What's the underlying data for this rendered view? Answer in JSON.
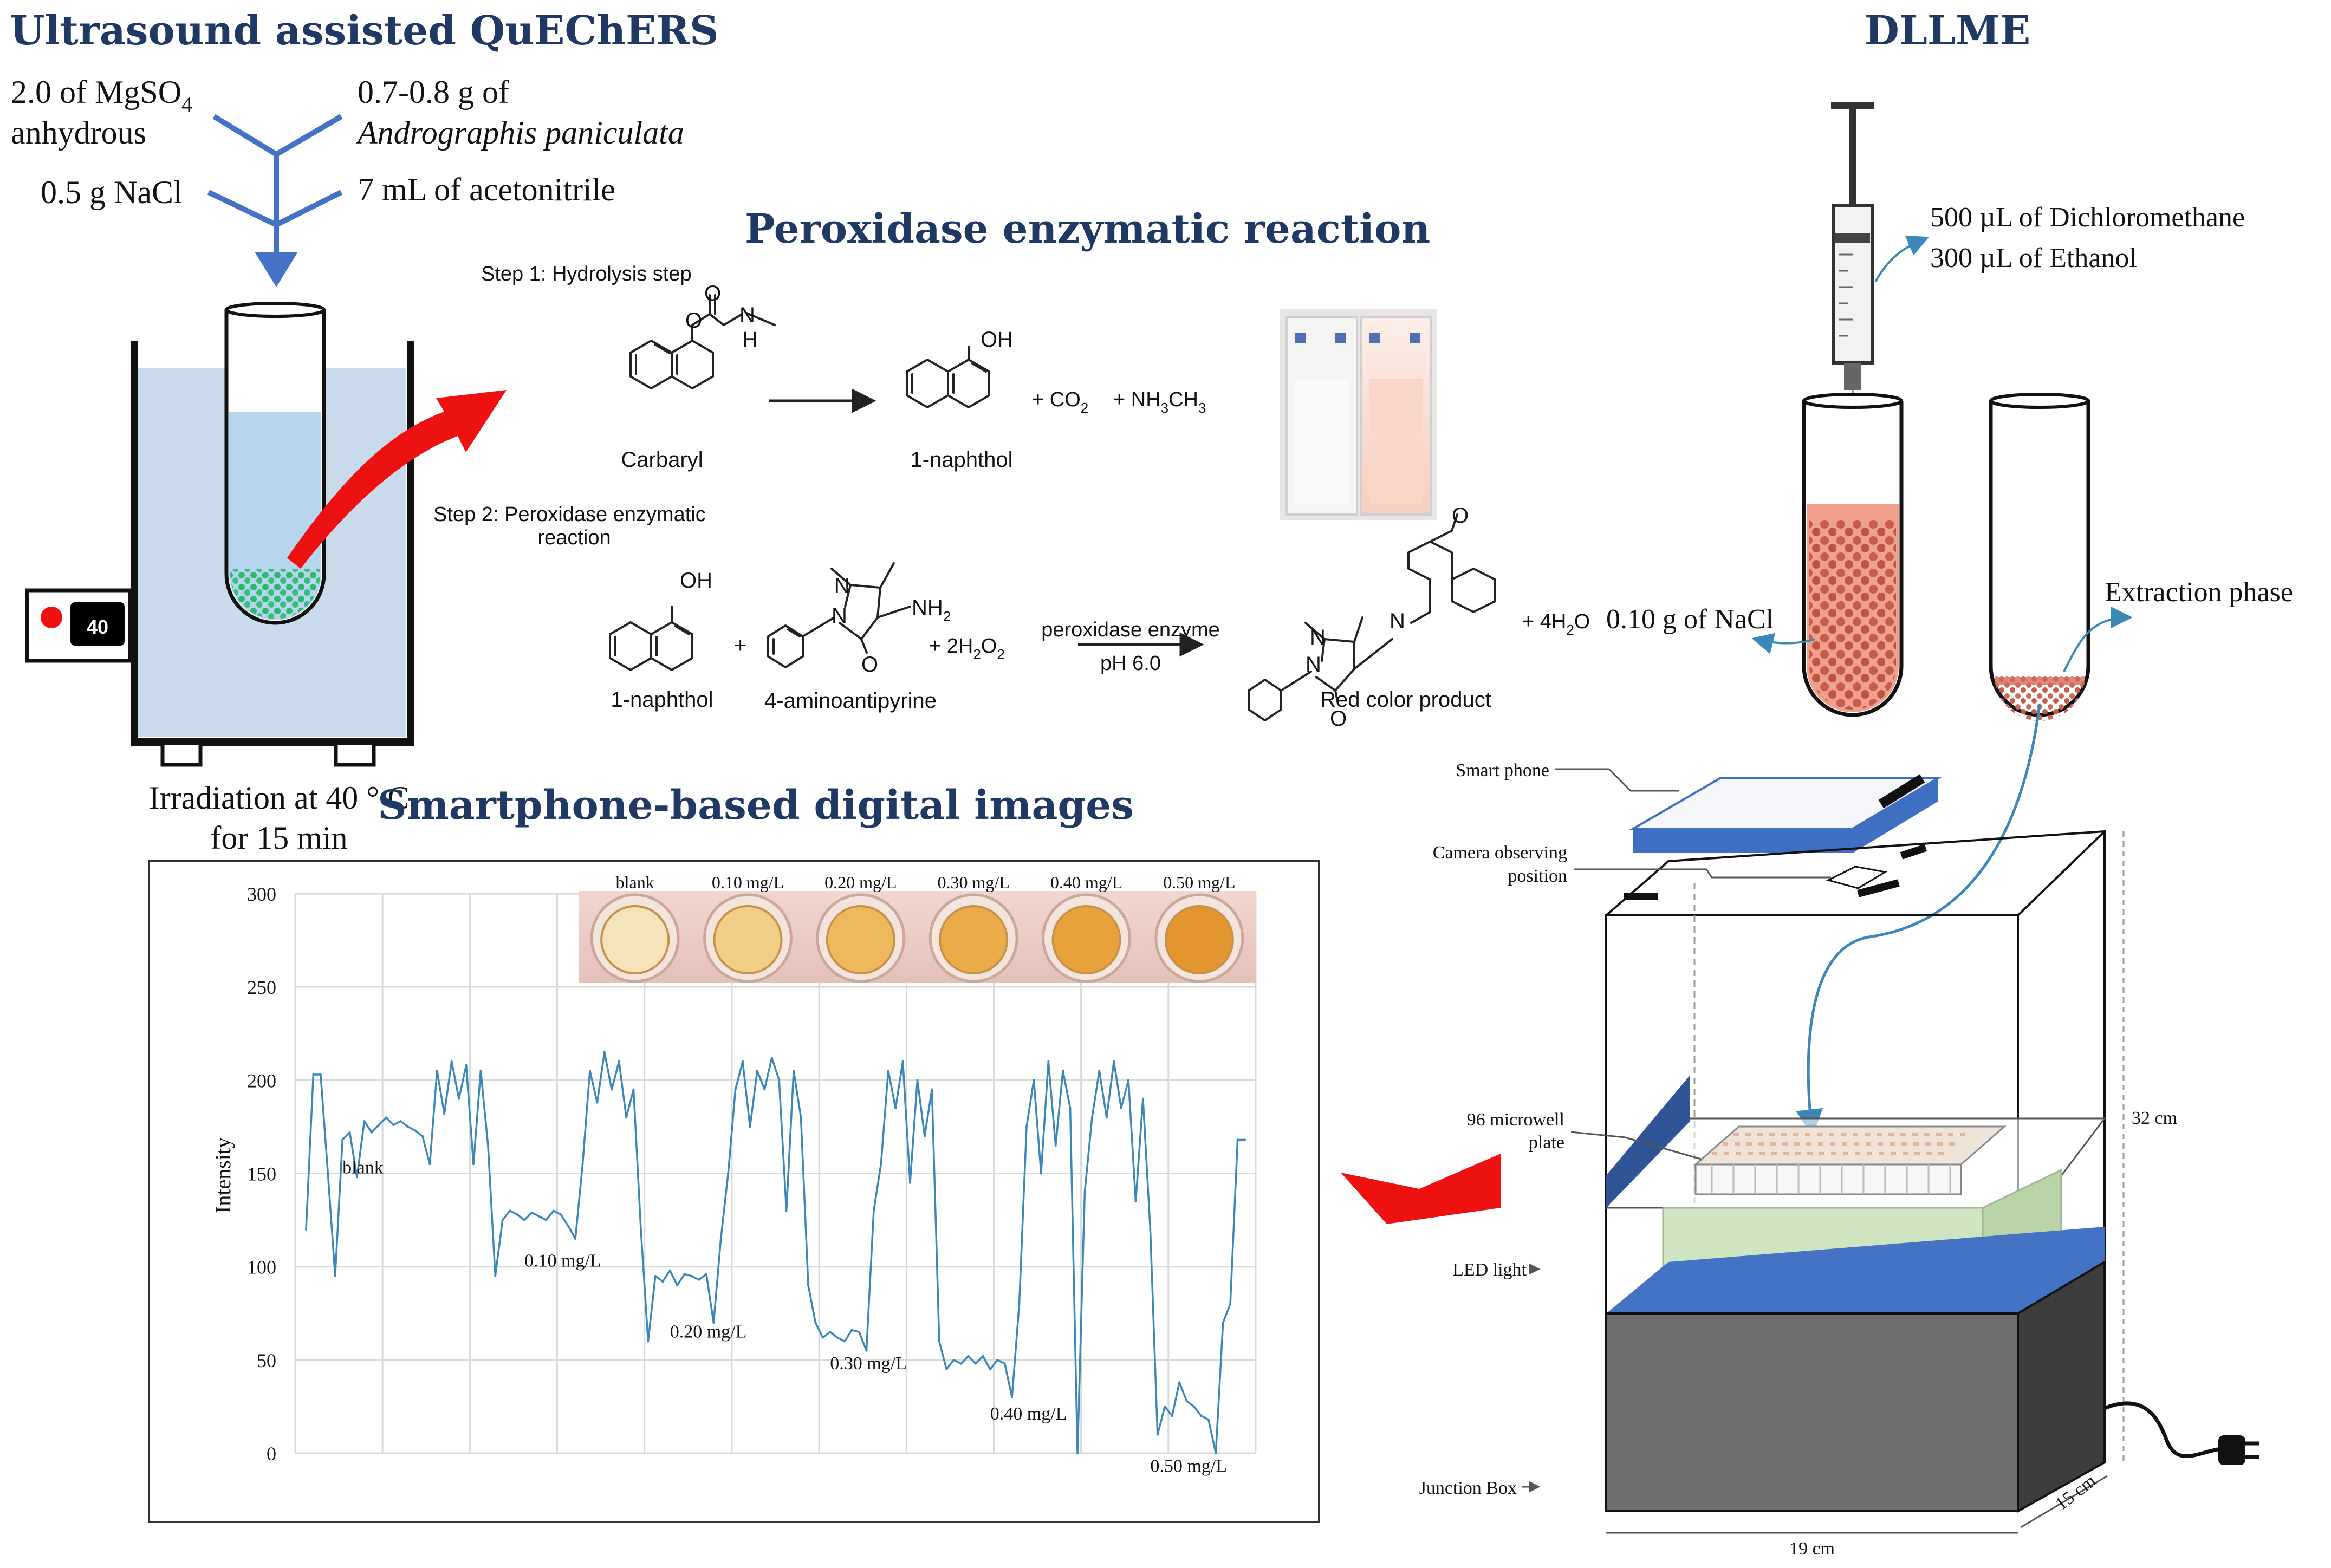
{
  "quechers": {
    "title": "Ultrasound assisted QuEChERS",
    "mgso4_line1": "2.0 of MgSO",
    "mgso4_sub": "4",
    "mgso4_line2": "anhydrous",
    "sample_line1": "0.7-0.8 g of",
    "sample_line2": "Andrographis paniculata",
    "nacl": "0.5 g NaCl",
    "acetonitrile": "7 mL of acetonitrile",
    "bath_display": "40",
    "irradiation_line1": "Irradiation at 40 ° C",
    "irradiation_line2": "for 15 min"
  },
  "reaction": {
    "title": "Peroxidase enzymatic reaction",
    "step1": "Step 1: Hydrolysis step",
    "step2_line1": "Step 2: Peroxidase enzymatic",
    "step2_line2": "reaction",
    "carbaryl": "Carbaryl",
    "naphthol": "1-naphthol",
    "naphthol2": "1-naphthol",
    "aminoantipyrine": "4-aminoantipyrine",
    "products_co2": "+ CO",
    "co2_sub": "2",
    "products_nh": "+ NH",
    "nh_sub": "3",
    "nh_ch": "CH",
    "ch_sub": "3",
    "h2o2_plus": "+ 2H",
    "h2o2_sub1": "2",
    "h2o2_o": "O",
    "h2o2_sub2": "2",
    "enzyme": "peroxidase enzyme",
    "ph": "pH 6.0",
    "red_product": "Red color product",
    "water_plus": "+ 4H",
    "water_sub": "2",
    "water_o": "O",
    "plus": "+",
    "atom_o": "O",
    "atom_n": "N",
    "atom_h": "H",
    "atom_oh": "OH",
    "atom_nh2": "NH",
    "nh2_sub": "2"
  },
  "dllme": {
    "title": "DLLME",
    "solvent1": "500 µL of Dichloromethane",
    "solvent2": "300 µL of Ethanol",
    "nacl": "0.10 g of NaCl",
    "extraction_phase": "Extraction phase"
  },
  "device": {
    "smart_phone": "Smart phone",
    "camera_line1": "Camera observing",
    "camera_line2": "position",
    "plate_line1": "96 microwell",
    "plate_line2": "plate",
    "led": "LED light",
    "junction_box": "Junction Box",
    "height": "32 cm",
    "depth": "15 cm",
    "width": "19 cm"
  },
  "colors": {
    "title": "#1f3864",
    "arrow_red": "#ee1111",
    "bath_water": "#c9dbea",
    "beads_green": "#2eb872",
    "sample_red": "#f0a08c",
    "line": "#3a87b8",
    "phone_blue": "#3e6fc2",
    "led_green": "#cfe5c2",
    "box_grey": "#6e6e6e",
    "wells": [
      "#f4e4bc",
      "#f1cf86",
      "#eeb95c",
      "#ebab4a",
      "#e8a23c",
      "#e39630"
    ]
  },
  "chart_title": "Smartphone-based digital images",
  "chart_data": {
    "type": "line",
    "ylabel": "Intensity",
    "xlabel": "",
    "ylim": [
      0,
      300
    ],
    "yticks": [
      0,
      50,
      100,
      150,
      200,
      250,
      300
    ],
    "grid": true,
    "image_labels": [
      "blank",
      "0.10 mg/L",
      "0.20 mg/L",
      "0.30 mg/L",
      "0.40 mg/L",
      "0.50 mg/L"
    ],
    "annotations": [
      "blank",
      "0.10 mg/L",
      "0.20 mg/L",
      "0.30 mg/L",
      "0.40 mg/L",
      "0.50 mg/L"
    ],
    "series": [
      {
        "values": [
          120,
          203,
          203,
          150,
          95,
          168,
          172,
          148,
          178,
          172,
          176,
          180,
          176,
          178,
          175,
          173,
          170,
          155,
          205,
          182,
          210,
          190,
          208,
          155,
          205,
          165,
          95,
          125,
          130,
          128,
          125,
          129,
          127,
          125,
          130,
          128,
          122,
          115,
          155,
          205,
          188,
          215,
          195,
          210,
          180,
          195,
          120,
          60,
          95,
          92,
          98,
          90,
          96,
          95,
          93,
          96,
          70,
          115,
          150,
          195,
          210,
          175,
          205,
          195,
          212,
          200,
          130,
          205,
          180,
          90,
          70,
          62,
          65,
          62,
          60,
          66,
          65,
          55,
          130,
          155,
          205,
          185,
          210,
          145,
          200,
          170,
          195,
          60,
          45,
          50,
          48,
          52,
          48,
          52,
          45,
          50,
          48,
          30,
          80,
          175,
          200,
          150,
          210,
          165,
          205,
          185,
          0,
          140,
          180,
          205,
          180,
          210,
          185,
          200,
          135,
          190,
          120,
          10,
          25,
          20,
          38,
          28,
          25,
          20,
          18,
          0,
          70,
          80,
          168,
          168
        ]
      }
    ]
  }
}
